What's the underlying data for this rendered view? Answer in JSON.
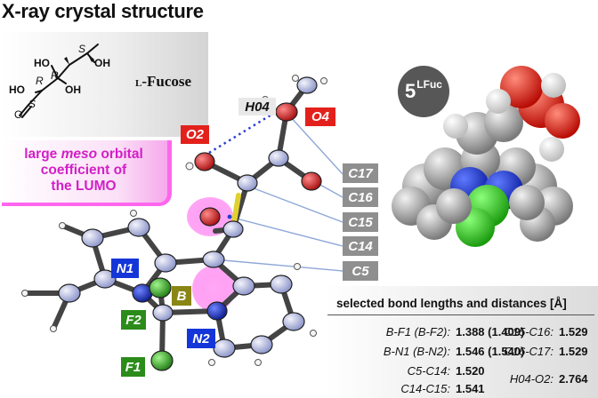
{
  "title": "X-ray crystal structure",
  "fucose": {
    "name_prefix": "L",
    "name_suffix": "-Fucose",
    "groups": {
      "oh_top_left": "HO",
      "oh_top_right": "OH",
      "oh_left": "HO",
      "oh_right": "OH",
      "carbonyl_o": "O"
    },
    "stereo": {
      "s_top": "S",
      "r_upper": "R",
      "r_lower": "R",
      "s_lower": "S"
    }
  },
  "callout": {
    "line1_a": "large ",
    "line1_em": "meso",
    "line1_b": " orbital",
    "line2": "coefficient of",
    "line3": "the LUMO"
  },
  "atom_tags": {
    "O2": "O2",
    "H04": "H04",
    "O4": "O4",
    "C17": "C17",
    "C16": "C16",
    "C15": "C15",
    "C14": "C14",
    "C5": "C5",
    "N1": "N1",
    "N2": "N2",
    "B": "B",
    "F1": "F1",
    "F2": "F2"
  },
  "badge": {
    "number": "5",
    "superscript": "LFuc"
  },
  "table": {
    "title": "selected bond lengths and distances [Å]",
    "rows": [
      {
        "label": "B-F1 (B-F2):",
        "value": "1.388 (1.409)"
      },
      {
        "label": "B-N1 (B-N2):",
        "value": "1.546 (1.540)"
      },
      {
        "label": "C5-C14:",
        "value": "1.520"
      },
      {
        "label": "C14-C15:",
        "value": "1.541"
      },
      {
        "label": "C15-C16:",
        "value": "1.529"
      },
      {
        "label": "C16-C17:",
        "value": "1.529"
      },
      {
        "label": "H04-O2:",
        "value": "2.764"
      }
    ]
  },
  "colors": {
    "oxygen": "#e31a1c",
    "nitrogen": "#1436d8",
    "boron": "#8a8616",
    "fluorine": "#2b8c1a",
    "lumo": "#ff66ee",
    "carbon_sphere": "#9a9a9a",
    "label_gray": "#8f8f8f"
  }
}
